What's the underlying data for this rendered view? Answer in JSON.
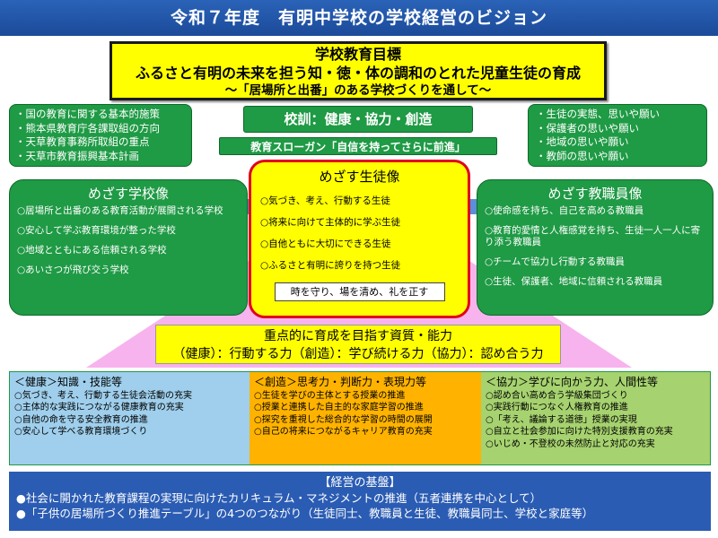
{
  "header": {
    "title": "令和７年度　有明中学校の学校経営のビジョン"
  },
  "school_goal": {
    "heading": "学校教育目標",
    "main": "ふるさと有明の未来を担う知・徳・体の調和のとれた児童生徒の育成",
    "sub": "～「居場所と出番」のある学校づくりを通して～"
  },
  "policies": [
    "・国の教育に関する基本的施策",
    "・熊本県教育庁各課取組の方向",
    "・天草教育事務所取組の重点",
    "・天草市教育振興基本計画"
  ],
  "wishes": [
    "・生徒の実態、思いや願い",
    "・保護者の思いや願い",
    "・地域の思いや願い",
    "・教師の思いや願い"
  ],
  "motto": "校訓：健康・協力・創造",
  "slogan": "教育スローガン「自信を持ってさらに前進」",
  "ideal_school": {
    "title": "めざす学校像",
    "items": [
      "○居場所と出番のある教育活動が展開される学校",
      "○安心して学ぶ教育環境が整った学校",
      "○地域とともにある信頼される学校",
      "○あいさつが飛び交う学校"
    ]
  },
  "ideal_student": {
    "title": "めざす生徒像",
    "items": [
      "○気づき、考え、行動する生徒",
      "○将来に向けて主体的に学ぶ生徒",
      "○自他ともに大切にできる生徒",
      "○ふるさと有明に誇りを持つ生徒"
    ],
    "rule": "時を守り、場を清め、礼を正す"
  },
  "ideal_teacher": {
    "title": "めざす教職員像",
    "items": [
      "○使命感を持ち、自己を高める教職員",
      "○教育的愛情と人権感覚を持ち、生徒一人一人に寄り添う教職員",
      "○チームで協力し行動する教職員",
      "○生徒、保護者、地域に信頼される教職員"
    ]
  },
  "abilities": {
    "title": "重点的に育成を目指す資質・能力",
    "line": "（健康）：行動する力（創造）：学び続ける力（協力）：認め合う力"
  },
  "columns": [
    {
      "title": "＜健康＞知識・技能等",
      "items": [
        "○気づき、考え、行動する生徒会活動の充実",
        "○主体的な実践につながる健康教育の充実",
        "○自他の命を守る安全教育の推進",
        "○安心して学べる教育環境づくり"
      ]
    },
    {
      "title": "＜創造＞思考力・判断力・表現力等",
      "items": [
        "○生徒を学びの主体とする授業の推進",
        "○授業と連携した自主的な家庭学習の推進",
        "○探究を重視した総合的な学習の時間の展開",
        "○自己の将来につながるキャリア教育の充実"
      ]
    },
    {
      "title": "＜協力＞学びに向かう力、人間性等",
      "items": [
        "○認め合い高め合う学級集団づくり",
        "○実践行動につなぐ人権教育の推進",
        "○「考え、議論する道徳」授業の実現",
        "○自立と社会参加に向けた特別支援教育の充実",
        "○いじめ・不登校の未然防止と対応の充実"
      ]
    }
  ],
  "foundation": {
    "title": "【経営の基盤】",
    "items": [
      "●社会に開かれた教育課程の実現に向けたカリキュラム・マネジメントの推進（五者連携を中心として）",
      "●「子供の居場所づくり推進テーブル」の4つのつながり（生徒同士、教職員と生徒、教職員同士、学校と家庭等）"
    ]
  }
}
